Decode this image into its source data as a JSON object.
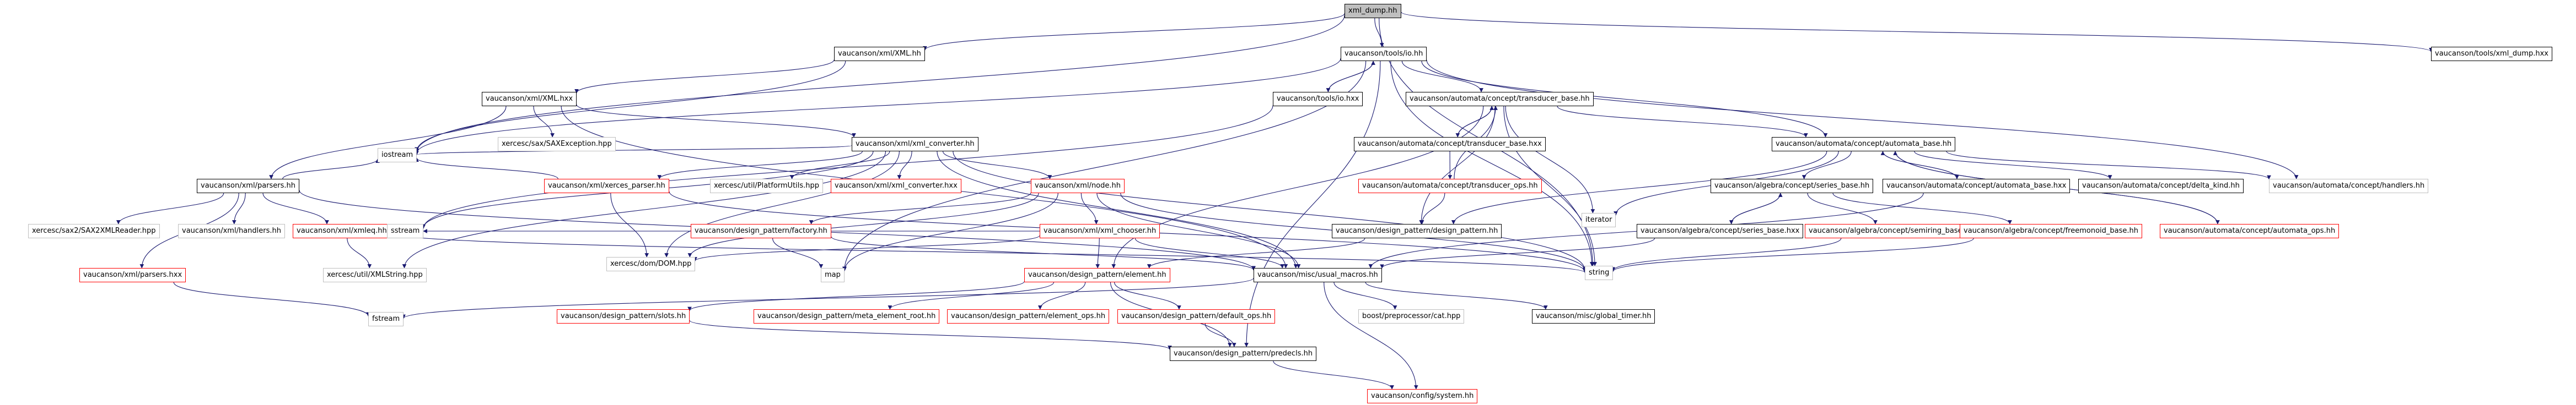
{
  "graph": {
    "edge_color": "#191970",
    "nodes": [
      {
        "id": "xml_dump_hh",
        "label": "xml_dump.hh",
        "kind": "root"
      },
      {
        "id": "vxml_xml_hh",
        "label": "vaucanson/xml/XML.hh",
        "kind": "std"
      },
      {
        "id": "tools_io_hh",
        "label": "vaucanson/tools/io.hh",
        "kind": "std"
      },
      {
        "id": "tools_xml_dump_hxx",
        "label": "vaucanson/tools/xml_dump.hxx",
        "kind": "std"
      },
      {
        "id": "vxml_xml_hxx",
        "label": "vaucanson/xml/XML.hxx",
        "kind": "std"
      },
      {
        "id": "tools_io_hxx",
        "label": "vaucanson/tools/io.hxx",
        "kind": "std"
      },
      {
        "id": "transducer_base_hh",
        "label": "vaucanson/automata/concept/transducer_base.hh",
        "kind": "std"
      },
      {
        "id": "sax_exception",
        "label": "xercesc/sax/SAXException.hpp",
        "kind": "ext"
      },
      {
        "id": "xml_converter_hh",
        "label": "vaucanson/xml/xml_converter.hh",
        "kind": "std"
      },
      {
        "id": "transducer_base_hxx",
        "label": "vaucanson/automata/concept/transducer_base.hxx",
        "kind": "std"
      },
      {
        "id": "automata_base_hh",
        "label": "vaucanson/automata/concept/automata_base.hh",
        "kind": "std"
      },
      {
        "id": "xml_parsers_hh",
        "label": "vaucanson/xml/parsers.hh",
        "kind": "std"
      },
      {
        "id": "xerces_parser_hh",
        "label": "vaucanson/xml/xerces_parser.hh",
        "kind": "miss"
      },
      {
        "id": "platform_utils",
        "label": "xercesc/util/PlatformUtils.hpp",
        "kind": "ext"
      },
      {
        "id": "xml_converter_hxx",
        "label": "vaucanson/xml/xml_converter.hxx",
        "kind": "miss"
      },
      {
        "id": "xml_node_hh",
        "label": "vaucanson/xml/node.hh",
        "kind": "miss"
      },
      {
        "id": "transducer_ops_hh",
        "label": "vaucanson/automata/concept/transducer_ops.hh",
        "kind": "miss"
      },
      {
        "id": "iterator",
        "label": "iterator",
        "kind": "ext"
      },
      {
        "id": "series_base_hh",
        "label": "vaucanson/algebra/concept/series_base.hh",
        "kind": "std"
      },
      {
        "id": "automata_base_hxx",
        "label": "vaucanson/automata/concept/automata_base.hxx",
        "kind": "std"
      },
      {
        "id": "delta_kind_hh",
        "label": "vaucanson/automata/concept/delta_kind.hh",
        "kind": "std"
      },
      {
        "id": "handlers_hh_auto",
        "label": "vaucanson/automata/concept/handlers.hh",
        "kind": "ext"
      },
      {
        "id": "sax2_reader",
        "label": "xercesc/sax2/SAX2XMLReader.hpp",
        "kind": "ext"
      },
      {
        "id": "xml_handlers_hh",
        "label": "vaucanson/xml/handlers.hh",
        "kind": "ext"
      },
      {
        "id": "xml_xmleq_hh",
        "label": "vaucanson/xml/xmleq.hh",
        "kind": "miss"
      },
      {
        "id": "sstream",
        "label": "sstream",
        "kind": "ext"
      },
      {
        "id": "design_factory_hh",
        "label": "vaucanson/design_pattern/factory.hh",
        "kind": "miss"
      },
      {
        "id": "xml_chooser_hh",
        "label": "vaucanson/xml/xml_chooser.hh",
        "kind": "miss"
      },
      {
        "id": "design_pattern_hh",
        "label": "vaucanson/design_pattern/design_pattern.hh",
        "kind": "std"
      },
      {
        "id": "series_base_hxx",
        "label": "vaucanson/algebra/concept/series_base.hxx",
        "kind": "std"
      },
      {
        "id": "semiring_base_hh",
        "label": "vaucanson/algebra/concept/semiring_base.hh",
        "kind": "miss"
      },
      {
        "id": "freemonoid_base_hh",
        "label": "vaucanson/algebra/concept/freemonoid_base.hh",
        "kind": "miss"
      },
      {
        "id": "automata_ops_hh",
        "label": "vaucanson/automata/concept/automata_ops.hh",
        "kind": "miss"
      },
      {
        "id": "xml_parsers_hxx",
        "label": "vaucanson/xml/parsers.hxx",
        "kind": "miss"
      },
      {
        "id": "xml_string",
        "label": "xercesc/util/XMLString.hpp",
        "kind": "ext"
      },
      {
        "id": "dom_hpp",
        "label": "xercesc/dom/DOM.hpp",
        "kind": "ext"
      },
      {
        "id": "map",
        "label": "map",
        "kind": "ext"
      },
      {
        "id": "element_hh",
        "label": "vaucanson/design_pattern/element.hh",
        "kind": "miss"
      },
      {
        "id": "usual_macros_hh",
        "label": "vaucanson/misc/usual_macros.hh",
        "kind": "std"
      },
      {
        "id": "string",
        "label": "string",
        "kind": "ext"
      },
      {
        "id": "fstream",
        "label": "fstream",
        "kind": "ext"
      },
      {
        "id": "slots_hh",
        "label": "vaucanson/design_pattern/slots.hh",
        "kind": "miss"
      },
      {
        "id": "meta_element_root_hh",
        "label": "vaucanson/design_pattern/meta_element_root.hh",
        "kind": "miss"
      },
      {
        "id": "element_ops_hh",
        "label": "vaucanson/design_pattern/element_ops.hh",
        "kind": "miss"
      },
      {
        "id": "default_ops_hh",
        "label": "vaucanson/design_pattern/default_ops.hh",
        "kind": "miss"
      },
      {
        "id": "boost_cat",
        "label": "boost/preprocessor/cat.hpp",
        "kind": "ext"
      },
      {
        "id": "global_timer_hh",
        "label": "vaucanson/misc/global_timer.hh",
        "kind": "std"
      },
      {
        "id": "predecls_hh",
        "label": "vaucanson/design_pattern/predecls.hh",
        "kind": "std"
      },
      {
        "id": "config_system_hh",
        "label": "vaucanson/config/system.hh",
        "kind": "miss"
      },
      {
        "id": "iostream",
        "label": "iostream",
        "kind": "ext"
      }
    ],
    "edges": [
      [
        "xml_dump_hh",
        "vxml_xml_hh"
      ],
      [
        "xml_dump_hh",
        "tools_io_hh"
      ],
      [
        "xml_dump_hh",
        "tools_xml_dump_hxx"
      ],
      [
        "xml_dump_hh",
        "iostream"
      ],
      [
        "xml_dump_hh",
        "string"
      ],
      [
        "vxml_xml_hh",
        "vxml_xml_hxx"
      ],
      [
        "vxml_xml_hh",
        "iostream"
      ],
      [
        "vxml_xml_hxx",
        "xml_parsers_hh"
      ],
      [
        "vxml_xml_hxx",
        "sax_exception"
      ],
      [
        "vxml_xml_hxx",
        "xml_converter_hh"
      ],
      [
        "vxml_xml_hxx",
        "usual_macros_hh"
      ],
      [
        "tools_io_hh",
        "tools_io_hxx"
      ],
      [
        "tools_io_hh",
        "transducer_base_hh"
      ],
      [
        "tools_io_hh",
        "automata_base_hh"
      ],
      [
        "tools_io_hh",
        "string"
      ],
      [
        "tools_io_hh",
        "iostream"
      ],
      [
        "tools_io_hh",
        "map"
      ],
      [
        "tools_io_hh",
        "handlers_hh_auto"
      ],
      [
        "tools_io_hh",
        "predecls_hh"
      ],
      [
        "tools_io_hxx",
        "tools_io_hh"
      ],
      [
        "tools_io_hxx",
        "sstream"
      ],
      [
        "transducer_base_hh",
        "transducer_base_hxx"
      ],
      [
        "transducer_base_hh",
        "automata_base_hh"
      ],
      [
        "transducer_base_hh",
        "design_pattern_hh"
      ],
      [
        "transducer_base_hh",
        "iterator"
      ],
      [
        "transducer_base_hh",
        "element_hh"
      ],
      [
        "transducer_base_hh",
        "string"
      ],
      [
        "transducer_base_hxx",
        "transducer_base_hh"
      ],
      [
        "transducer_base_hxx",
        "transducer_ops_hh"
      ],
      [
        "transducer_ops_hh",
        "transducer_base_hh"
      ],
      [
        "transducer_ops_hh",
        "design_pattern_hh"
      ],
      [
        "automata_base_hh",
        "series_base_hh"
      ],
      [
        "automata_base_hh",
        "automata_base_hxx"
      ],
      [
        "automata_base_hh",
        "delta_kind_hh"
      ],
      [
        "automata_base_hh",
        "handlers_hh_auto"
      ],
      [
        "automata_base_hh",
        "automata_ops_hh"
      ],
      [
        "automata_base_hh",
        "iterator"
      ],
      [
        "automata_base_hh",
        "design_pattern_hh"
      ],
      [
        "automata_base_hxx",
        "automata_base_hh"
      ],
      [
        "automata_base_hxx",
        "usual_macros_hh"
      ],
      [
        "series_base_hh",
        "series_base_hxx"
      ],
      [
        "series_base_hh",
        "semiring_base_hh"
      ],
      [
        "series_base_hh",
        "freemonoid_base_hh"
      ],
      [
        "series_base_hxx",
        "series_base_hh"
      ],
      [
        "series_base_hxx",
        "usual_macros_hh"
      ],
      [
        "semiring_base_hh",
        "string"
      ],
      [
        "freemonoid_base_hh",
        "string"
      ],
      [
        "automata_ops_hh",
        "automata_base_hh"
      ],
      [
        "xml_converter_hh",
        "xerces_parser_hh"
      ],
      [
        "xml_converter_hh",
        "platform_utils"
      ],
      [
        "xml_converter_hh",
        "xml_converter_hxx"
      ],
      [
        "xml_converter_hh",
        "xml_node_hh"
      ],
      [
        "xml_converter_hh",
        "iostream"
      ],
      [
        "xml_converter_hh",
        "dom_hpp"
      ],
      [
        "xml_converter_hh",
        "xml_string"
      ],
      [
        "xml_converter_hh",
        "sstream"
      ],
      [
        "xml_converter_hh",
        "string"
      ],
      [
        "xml_converter_hh",
        "usual_macros_hh"
      ],
      [
        "xml_parsers_hh",
        "sax2_reader"
      ],
      [
        "xml_parsers_hh",
        "xml_handlers_hh"
      ],
      [
        "xml_parsers_hh",
        "xml_xmleq_hh"
      ],
      [
        "xml_parsers_hh",
        "iostream"
      ],
      [
        "xml_parsers_hh",
        "xml_parsers_hxx"
      ],
      [
        "xml_parsers_hh",
        "usual_macros_hh"
      ],
      [
        "xml_parsers_hxx",
        "fstream"
      ],
      [
        "xml_xmleq_hh",
        "xml_string"
      ],
      [
        "xml_xmleq_hh",
        "string"
      ],
      [
        "xerces_parser_hh",
        "iostream"
      ],
      [
        "xerces_parser_hh",
        "dom_hpp"
      ],
      [
        "xerces_parser_hh",
        "string"
      ],
      [
        "xml_node_hh",
        "design_factory_hh"
      ],
      [
        "xml_node_hh",
        "xml_chooser_hh"
      ],
      [
        "xml_node_hh",
        "map"
      ],
      [
        "xml_node_hh",
        "string"
      ],
      [
        "xml_node_hh",
        "dom_hpp"
      ],
      [
        "xml_node_hh",
        "usual_macros_hh"
      ],
      [
        "xml_chooser_hh",
        "sstream"
      ],
      [
        "xml_chooser_hh",
        "dom_hpp"
      ],
      [
        "xml_chooser_hh",
        "element_hh"
      ],
      [
        "xml_chooser_hh",
        "usual_macros_hh"
      ],
      [
        "design_factory_hh",
        "map"
      ],
      [
        "design_factory_hh",
        "usual_macros_hh"
      ],
      [
        "design_pattern_hh",
        "element_hh"
      ],
      [
        "element_hh",
        "slots_hh"
      ],
      [
        "element_hh",
        "meta_element_root_hh"
      ],
      [
        "element_hh",
        "element_ops_hh"
      ],
      [
        "element_hh",
        "default_ops_hh"
      ],
      [
        "element_hh",
        "predecls_hh"
      ],
      [
        "slots_hh",
        "predecls_hh"
      ],
      [
        "default_ops_hh",
        "predecls_hh"
      ],
      [
        "usual_macros_hh",
        "boost_cat"
      ],
      [
        "usual_macros_hh",
        "global_timer_hh"
      ],
      [
        "usual_macros_hh",
        "config_system_hh"
      ],
      [
        "usual_macros_hh",
        "fstream"
      ],
      [
        "predecls_hh",
        "config_system_hh"
      ]
    ]
  }
}
